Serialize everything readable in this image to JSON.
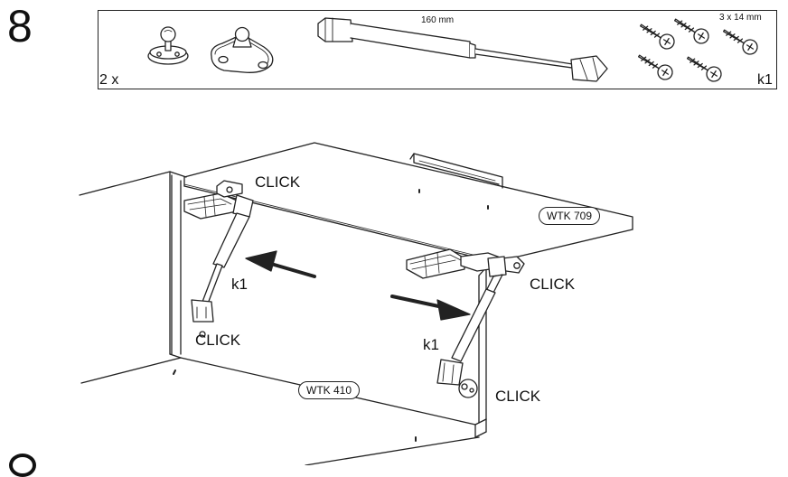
{
  "step": {
    "number": "8"
  },
  "parts": {
    "quantity_left": "2 x",
    "piston_length": "160 mm",
    "screw_size": "3 x 14 mm",
    "quantity_right": "k1"
  },
  "assembly": {
    "click_labels": [
      "CLICK",
      "CLICK",
      "CLICK",
      "CLICK"
    ],
    "piston_labels": [
      "k1",
      "k1"
    ],
    "panel_tags": [
      "WTK 709",
      "WTK 410"
    ]
  }
}
